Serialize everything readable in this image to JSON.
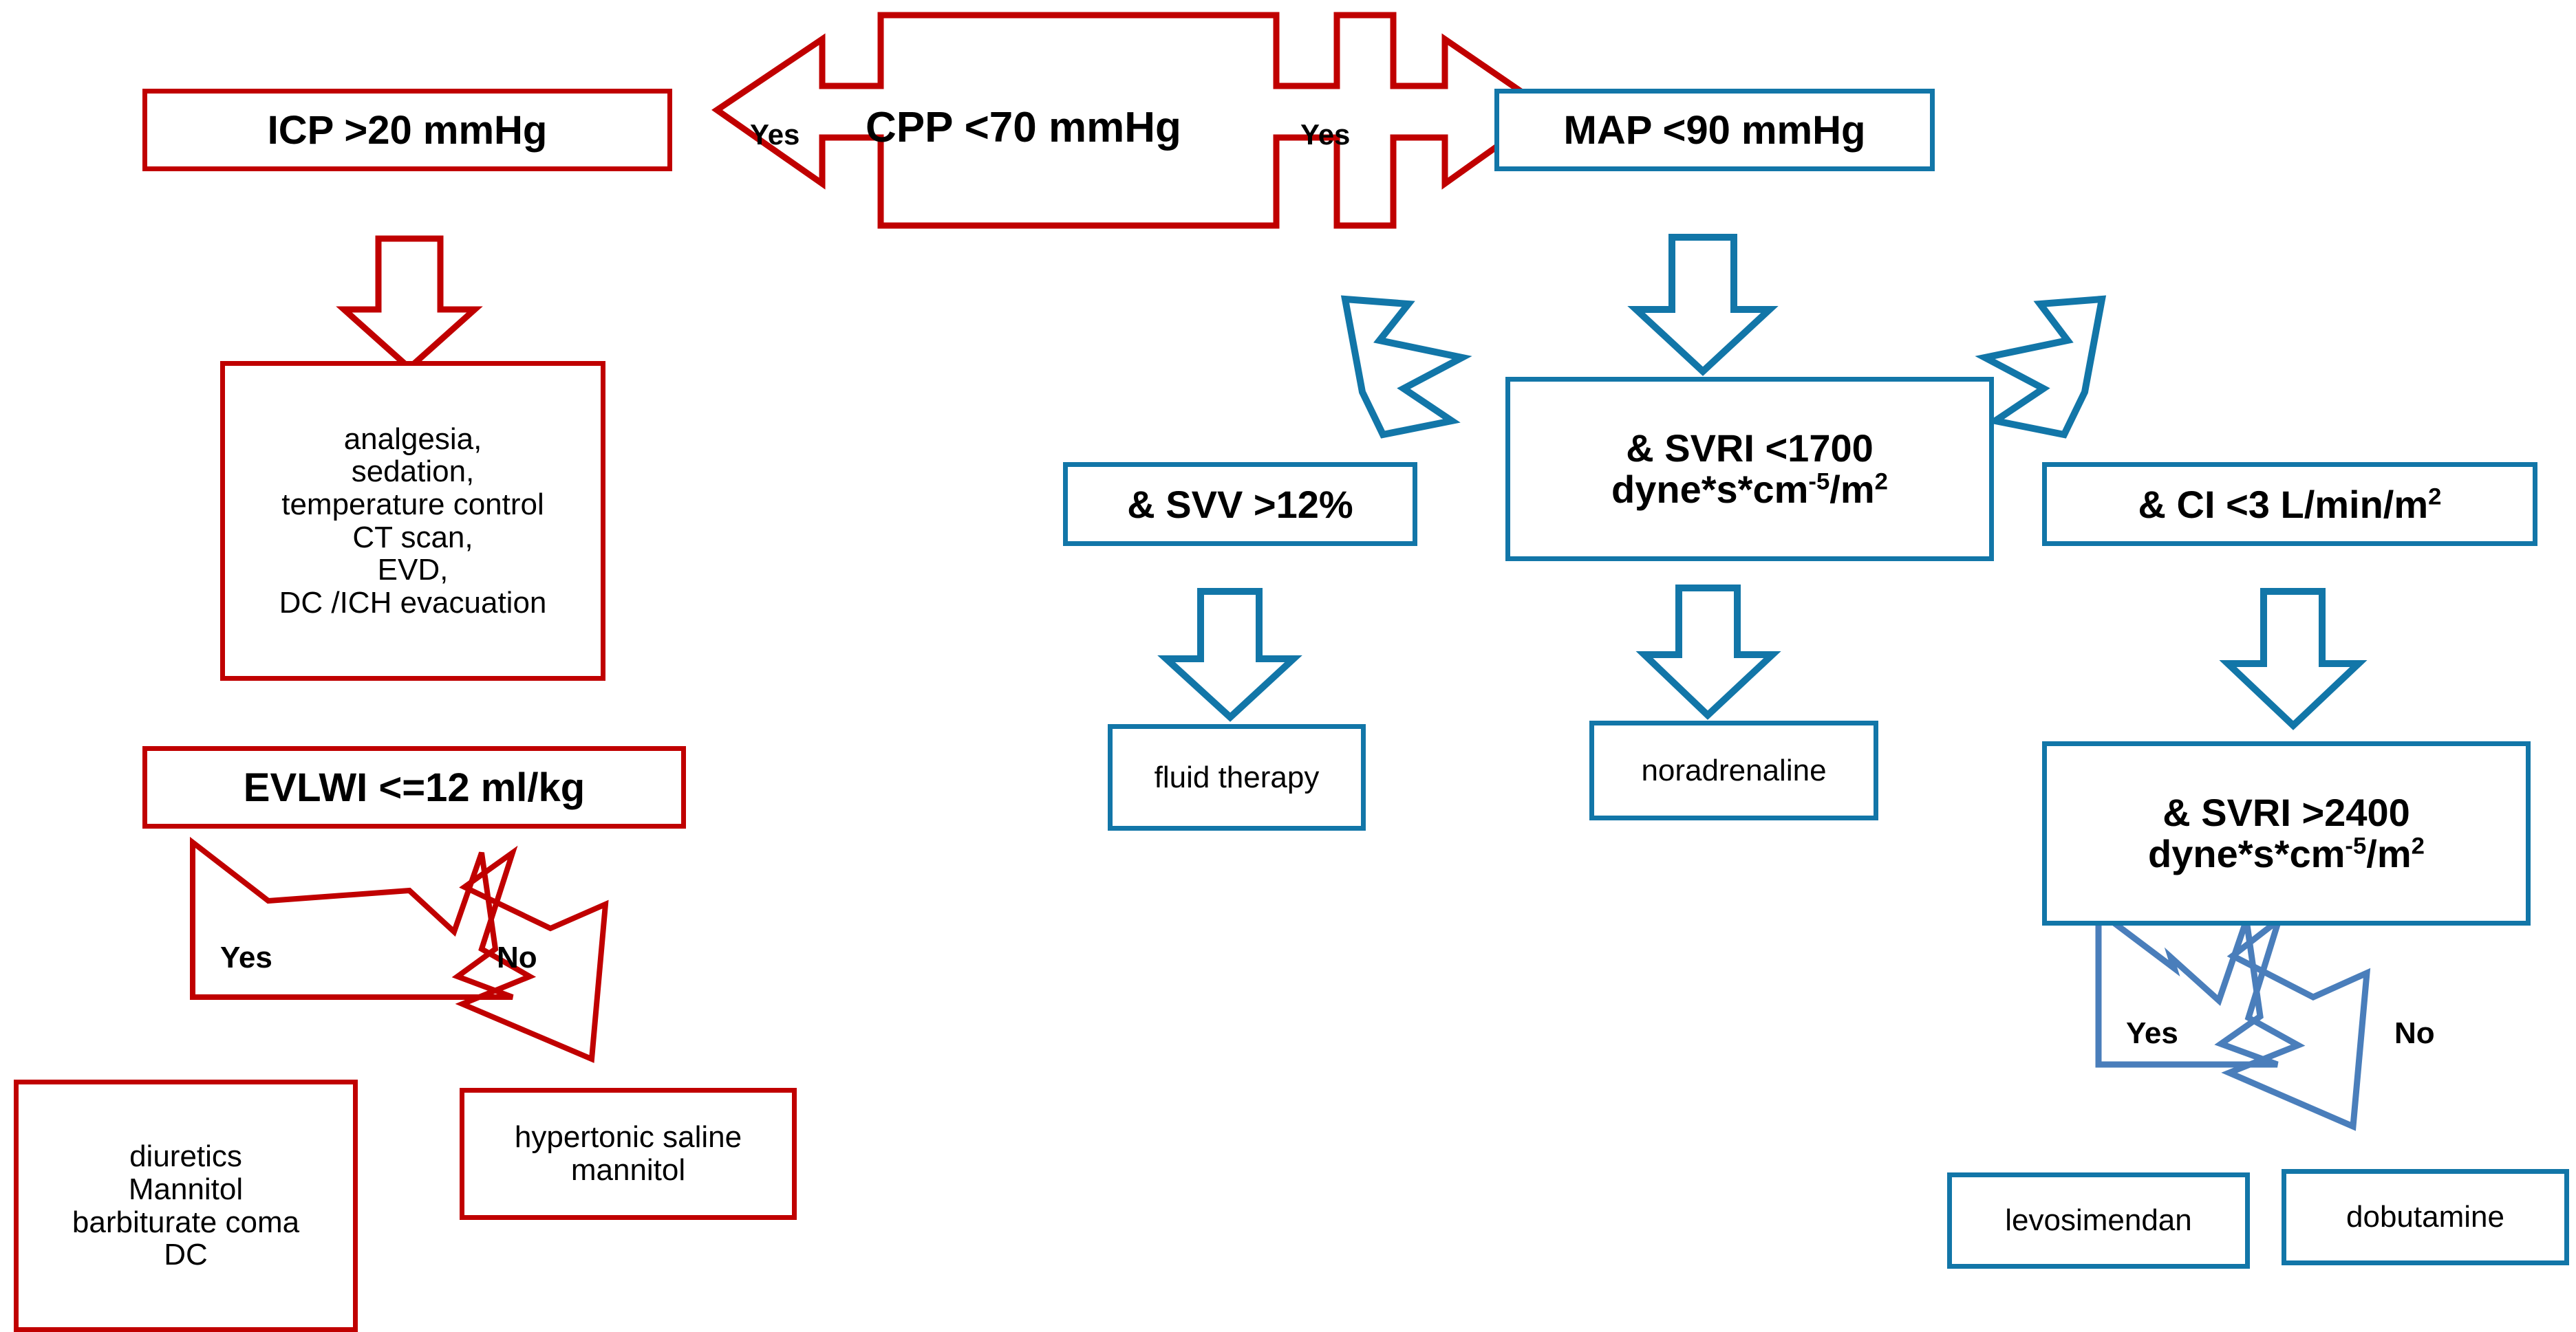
{
  "colors": {
    "red": "#C00000",
    "blue": "#1276A8",
    "blue_light": "#4A7EBB",
    "text": "#000000",
    "background": "#FFFFFF"
  },
  "diagram": {
    "type": "clinical-decision-flowchart",
    "branches": [
      "red-icp-branch",
      "blue-hemodynamic-branch"
    ]
  },
  "nodes": {
    "cpp": {
      "label": "CPP <70 mmHg"
    },
    "icp": {
      "label": "ICP >20 mmHg"
    },
    "map": {
      "label": "MAP <90 mmHg"
    },
    "icp_treatment": {
      "lines": [
        "analgesia,",
        "sedation,",
        "temperature control",
        "CT scan,",
        "EVD,",
        "DC /ICH evacuation"
      ]
    },
    "evlwi": {
      "label": "EVLWI <=12 ml/kg"
    },
    "diuretics": {
      "lines": [
        "diuretics",
        "Mannitol",
        "barbiturate coma",
        "DC"
      ]
    },
    "hypertonic": {
      "lines": [
        "hypertonic saline",
        "mannitol"
      ]
    },
    "svv": {
      "label": "& SVV >12%"
    },
    "svri_low": {
      "line1": "& SVRI <1700",
      "line2_pre": "dyne*s*cm",
      "line2_sup": "-5",
      "line2_post": "/m",
      "line2_sup2": "2"
    },
    "ci": {
      "pre": "& CI <3 L/min/m",
      "sup": "2"
    },
    "fluid_therapy": {
      "label": "fluid therapy"
    },
    "noradrenaline": {
      "label": "noradrenaline"
    },
    "svri_high": {
      "line1": "& SVRI >2400",
      "line2_pre": "dyne*s*cm",
      "line2_sup": "-5",
      "line2_post": "/m",
      "line2_sup2": "2"
    },
    "levosimendan": {
      "label": "levosimendan"
    },
    "dobutamine": {
      "label": "dobutamine"
    }
  },
  "edge_labels": {
    "cpp_yes_left": "Yes",
    "cpp_yes_right": "Yes",
    "evlwi_yes": "Yes",
    "evlwi_no": "No",
    "svri_high_yes": "Yes",
    "svri_high_no": "No"
  }
}
